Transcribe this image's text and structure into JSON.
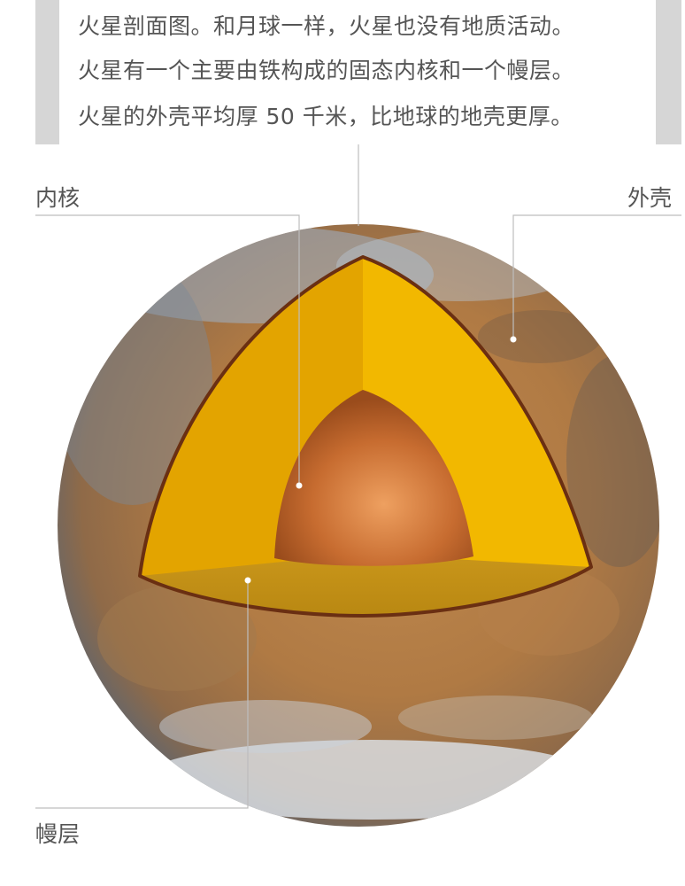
{
  "caption": {
    "lines": [
      "火星剖面图。和月球一样，火星也没有地质活动。",
      "火星有一个主要由铁构成的固态内核和一个幔层。",
      "火星的外壳平均厚 50 千米，比地球的地壳更厚。"
    ]
  },
  "labels": {
    "inner_core": "内核",
    "crust": "外壳",
    "mantle": "幔层"
  },
  "colors": {
    "mantle_yellow": "#f2b600",
    "mantle_shadow": "#e0a200",
    "core": "#c0652a",
    "crust_line": "#6a2f12",
    "leader_line": "#bdbdbd"
  }
}
